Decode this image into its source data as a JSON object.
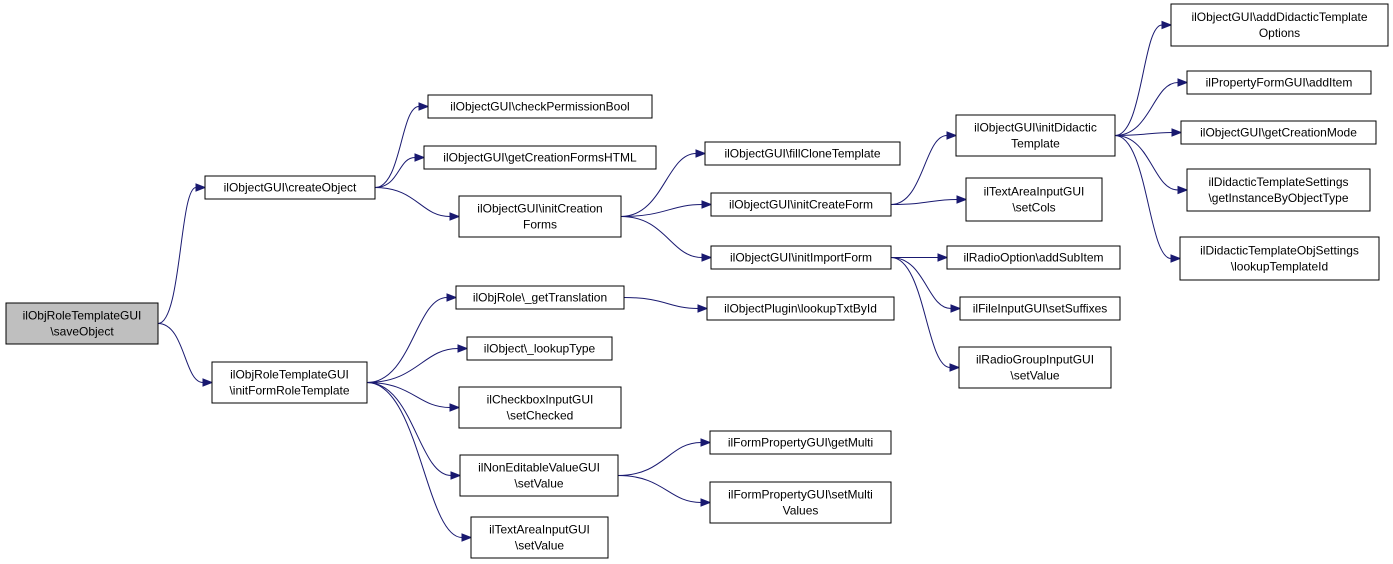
{
  "colors": {
    "edge": "#191970",
    "root_fill": "#bfbfbf",
    "node_fill": "#ffffff",
    "border": "#000000"
  },
  "nodes": [
    {
      "id": "root",
      "lines": [
        "ilObjRoleTemplateGUI",
        "\\saveObject"
      ],
      "highlight": true
    },
    {
      "id": "createObject",
      "lines": [
        "ilObjectGUI\\createObject"
      ]
    },
    {
      "id": "initFormRoleTemplate",
      "lines": [
        "ilObjRoleTemplateGUI",
        "\\initFormRoleTemplate"
      ]
    },
    {
      "id": "checkPermissionBool",
      "lines": [
        "ilObjectGUI\\checkPermissionBool"
      ]
    },
    {
      "id": "getCreationFormsHTML",
      "lines": [
        "ilObjectGUI\\getCreationFormsHTML"
      ]
    },
    {
      "id": "initCreationForms",
      "lines": [
        "ilObjectGUI\\initCreation",
        "Forms"
      ]
    },
    {
      "id": "getTranslation",
      "lines": [
        "ilObjRole\\_getTranslation"
      ]
    },
    {
      "id": "lookupType",
      "lines": [
        "ilObject\\_lookupType"
      ]
    },
    {
      "id": "setChecked",
      "lines": [
        "ilCheckboxInputGUI",
        "\\setChecked"
      ]
    },
    {
      "id": "nonEditableSetValue",
      "lines": [
        "ilNonEditableValueGUI",
        "\\setValue"
      ]
    },
    {
      "id": "textAreaSetValue",
      "lines": [
        "ilTextAreaInputGUI",
        "\\setValue"
      ]
    },
    {
      "id": "fillCloneTemplate",
      "lines": [
        "ilObjectGUI\\fillCloneTemplate"
      ]
    },
    {
      "id": "initCreateForm",
      "lines": [
        "ilObjectGUI\\initCreateForm"
      ]
    },
    {
      "id": "initImportForm",
      "lines": [
        "ilObjectGUI\\initImportForm"
      ]
    },
    {
      "id": "lookupTxtById",
      "lines": [
        "ilObjectPlugin\\lookupTxtById"
      ]
    },
    {
      "id": "getMulti",
      "lines": [
        "ilFormPropertyGUI\\getMulti"
      ]
    },
    {
      "id": "setMultiValues",
      "lines": [
        "ilFormPropertyGUI\\setMulti",
        "Values"
      ]
    },
    {
      "id": "initDidacticTemplate",
      "lines": [
        "ilObjectGUI\\initDidactic",
        "Template"
      ]
    },
    {
      "id": "setCols",
      "lines": [
        "ilTextAreaInputGUI",
        "\\setCols"
      ]
    },
    {
      "id": "addSubItem",
      "lines": [
        "ilRadioOption\\addSubItem"
      ]
    },
    {
      "id": "setSuffixes",
      "lines": [
        "ilFileInputGUI\\setSuffixes"
      ]
    },
    {
      "id": "radioGroupSetValue",
      "lines": [
        "ilRadioGroupInputGUI",
        "\\setValue"
      ]
    },
    {
      "id": "addDidacticTemplateOptions",
      "lines": [
        "ilObjectGUI\\addDidacticTemplate",
        "Options"
      ]
    },
    {
      "id": "addItem",
      "lines": [
        "ilPropertyFormGUI\\addItem"
      ]
    },
    {
      "id": "getCreationMode",
      "lines": [
        "ilObjectGUI\\getCreationMode"
      ]
    },
    {
      "id": "getInstanceByObjectType",
      "lines": [
        "ilDidacticTemplateSettings",
        "\\getInstanceByObjectType"
      ]
    },
    {
      "id": "lookupTemplateId",
      "lines": [
        "ilDidacticTemplateObjSettings",
        "\\lookupTemplateId"
      ]
    }
  ],
  "edges": [
    [
      "root",
      "createObject"
    ],
    [
      "root",
      "initFormRoleTemplate"
    ],
    [
      "createObject",
      "checkPermissionBool"
    ],
    [
      "createObject",
      "getCreationFormsHTML"
    ],
    [
      "createObject",
      "initCreationForms"
    ],
    [
      "initCreationForms",
      "fillCloneTemplate"
    ],
    [
      "initCreationForms",
      "initCreateForm"
    ],
    [
      "initCreationForms",
      "initImportForm"
    ],
    [
      "initCreateForm",
      "initDidacticTemplate"
    ],
    [
      "initCreateForm",
      "setCols"
    ],
    [
      "initImportForm",
      "addSubItem"
    ],
    [
      "initImportForm",
      "setSuffixes"
    ],
    [
      "initImportForm",
      "radioGroupSetValue"
    ],
    [
      "initDidacticTemplate",
      "addDidacticTemplateOptions"
    ],
    [
      "initDidacticTemplate",
      "addItem"
    ],
    [
      "initDidacticTemplate",
      "getCreationMode"
    ],
    [
      "initDidacticTemplate",
      "getInstanceByObjectType"
    ],
    [
      "initDidacticTemplate",
      "lookupTemplateId"
    ],
    [
      "initFormRoleTemplate",
      "getTranslation"
    ],
    [
      "initFormRoleTemplate",
      "lookupType"
    ],
    [
      "initFormRoleTemplate",
      "setChecked"
    ],
    [
      "initFormRoleTemplate",
      "nonEditableSetValue"
    ],
    [
      "initFormRoleTemplate",
      "textAreaSetValue"
    ],
    [
      "getTranslation",
      "lookupTxtById"
    ],
    [
      "nonEditableSetValue",
      "getMulti"
    ],
    [
      "nonEditableSetValue",
      "setMultiValues"
    ]
  ]
}
